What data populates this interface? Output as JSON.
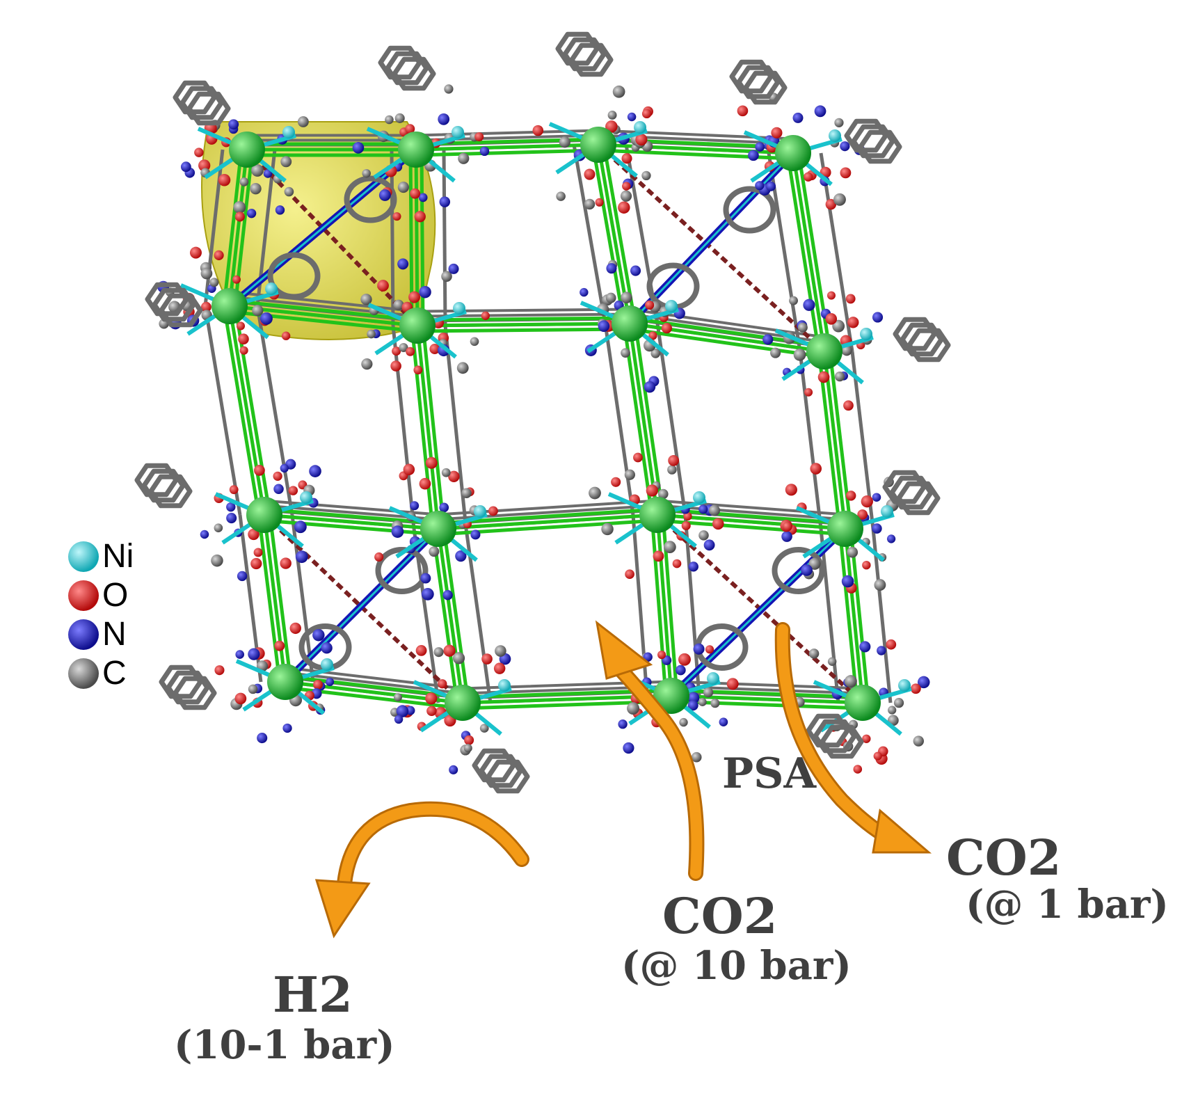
{
  "legend": [
    {
      "symbol": "Ni",
      "color": "#19c2cc"
    },
    {
      "symbol": "O",
      "color": "#d21212"
    },
    {
      "symbol": "N",
      "color": "#1414b4"
    },
    {
      "symbol": "C",
      "color": "#6c6c6c"
    }
  ],
  "labels": {
    "psa": "PSA",
    "co2_high": "CO2",
    "co2_high_pressure": "(@ 10 bar)",
    "co2_low": "CO2",
    "co2_low_pressure": "(@ 1 bar)",
    "h2": "H2",
    "h2_pressure": "(10-1 bar)"
  },
  "colors": {
    "framework_bond": "#22c21a",
    "node_sphere": "#17b82a",
    "carbon": "#6c6c6c",
    "oxygen": "#d21212",
    "nitrogen": "#1414b4",
    "nickel": "#19c2cc",
    "cage_highlight": "#d9d21e",
    "arrow": "#f39a16",
    "label_text": "#3f3f3f"
  }
}
